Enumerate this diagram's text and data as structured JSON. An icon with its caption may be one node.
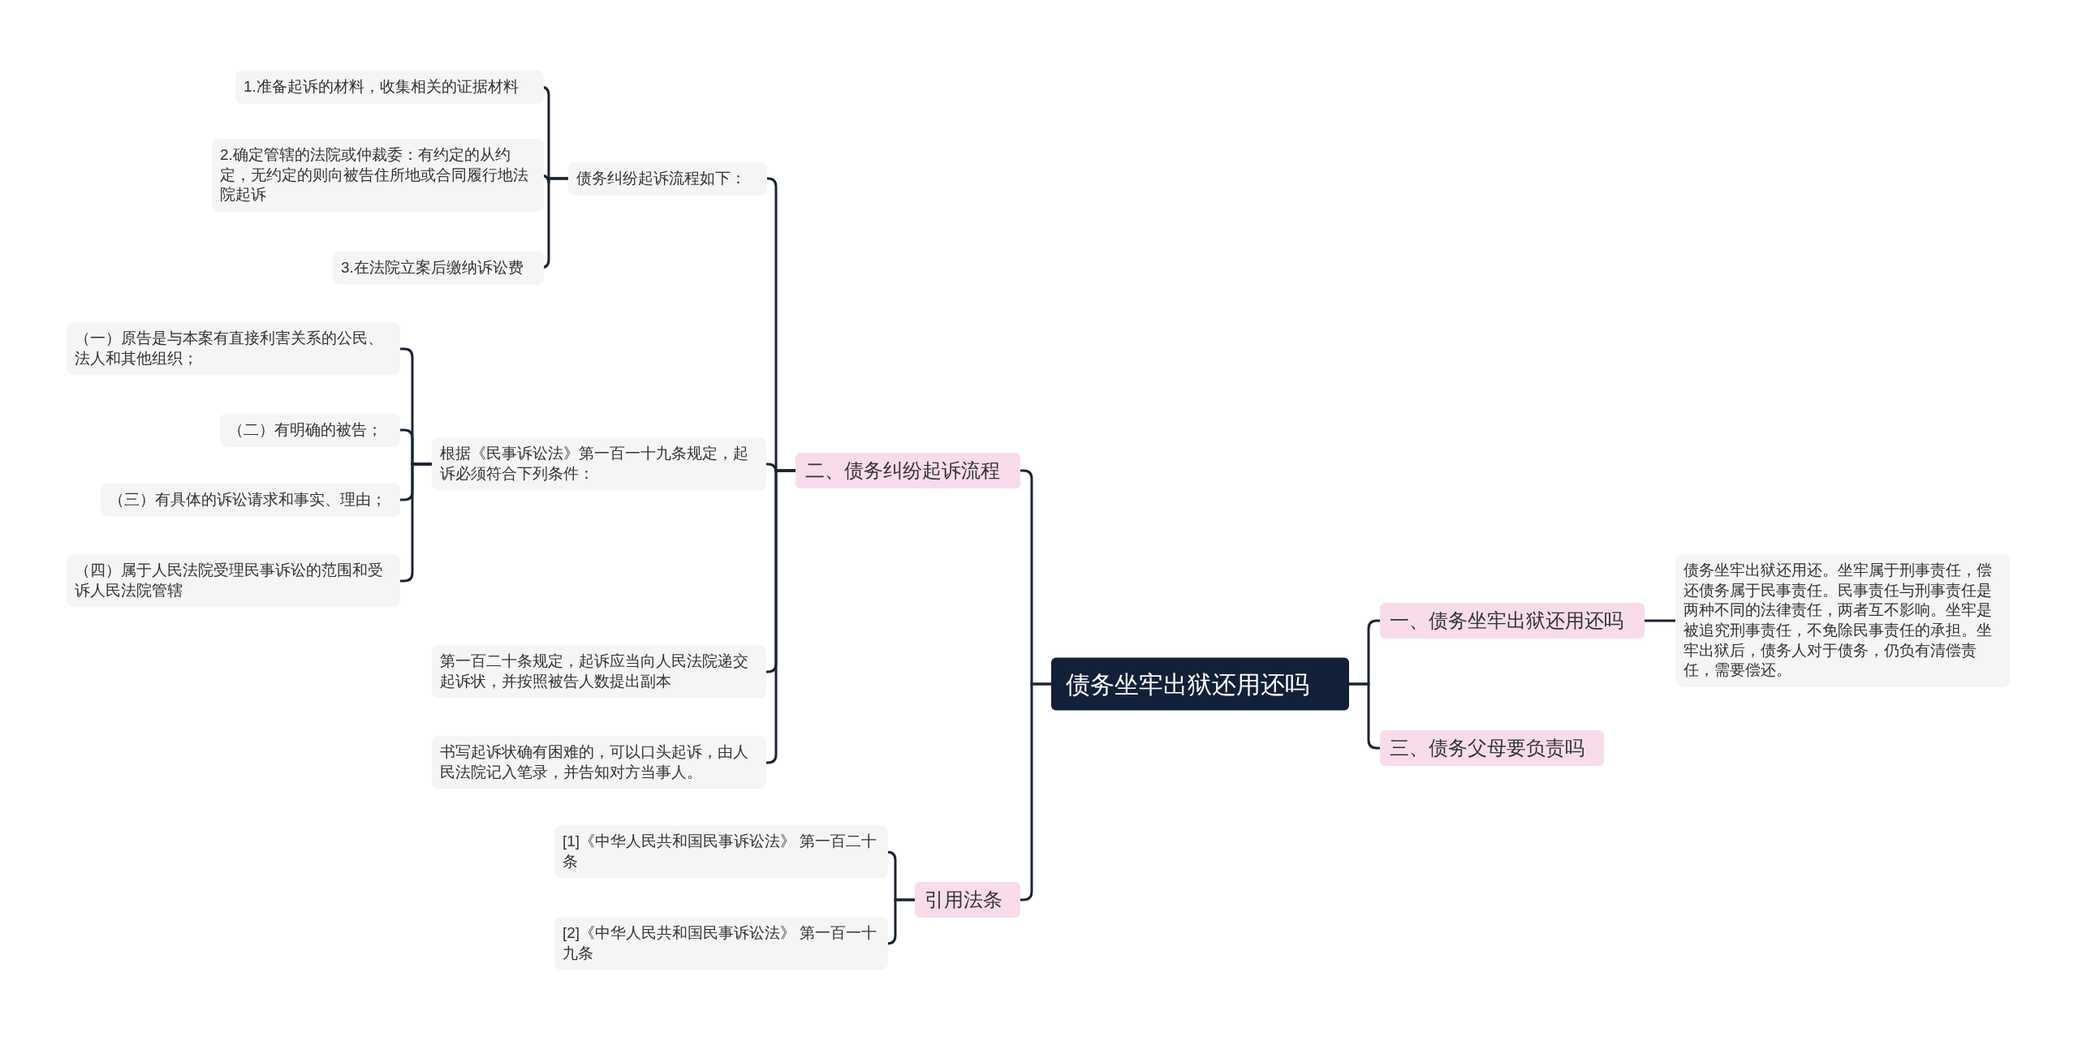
{
  "diagram": {
    "nodes": [
      {
        "text": [
          "债务坐牢出狱还用还吗"
        ]
      },
      {
        "text": [
          "二、债务纠纷起诉流程"
        ]
      },
      {
        "text": [
          "债务纠纷起诉流程如下："
        ]
      },
      {
        "text": [
          "1.准备起诉的材料，收集相关的证据材料"
        ]
      },
      {
        "text": [
          "2.确定管辖的法院或仲裁委：有约定的从约定，无约定的则向被告住所地或合同履行地法院起诉"
        ]
      },
      {
        "text": [
          "3.在法院立案后缴纳诉讼费"
        ]
      },
      {
        "text": [
          "根据《民事诉讼法》第一百一十九条规定，起诉必须符合下列条件："
        ]
      },
      {
        "text": [
          "（一）原告是与本案有直接利害关系的公民、法人和其他组织；"
        ]
      },
      {
        "text": [
          "（二）有明确的被告；"
        ]
      },
      {
        "text": [
          "（三）有具体的诉讼请求和事实、理由；"
        ]
      },
      {
        "text": [
          "（四）属于人民法院受理民事诉讼的范围和受诉人民法院管辖"
        ]
      },
      {
        "text": [
          "第一百二十条规定，起诉应当向人民法院递交起诉状，并按照被告人数提出副本"
        ]
      },
      {
        "text": [
          "书写起诉状确有困难的，可以口头起诉，由人民法院记入笔录，并告知对方当事人。"
        ]
      },
      {
        "text": [
          "引用法条"
        ]
      },
      {
        "text": [
          "[1]《中华人民共和国民事诉讼法》 第一百二十条"
        ]
      },
      {
        "text": [
          "[2]《中华人民共和国民事诉讼法》 第一百一十九条"
        ]
      },
      {
        "text": [
          "一、债务坐牢出狱还用还吗"
        ]
      },
      {
        "text": [
          "债务坐牢出狱还用还。坐牢属于刑事责任，偿还债务属于民事责任。民事责任与刑事责任是两种不同的法律责任，两者互不影响。坐牢是被追究刑事责任，不免除民事责任的承担。坐牢出狱后，债务人对于债务，仍负有清偿责任，需要偿还。"
        ]
      },
      {
        "text": [
          "三、债务父母要负责吗"
        ]
      }
    ],
    "edges": [
      {
        "from": 0,
        "to": 1,
        "arrow": "none"
      },
      {
        "from": 1,
        "to": 2,
        "arrow": "none"
      },
      {
        "from": 2,
        "to": 3,
        "arrow": "none"
      },
      {
        "from": 2,
        "to": 4,
        "arrow": "none"
      },
      {
        "from": 2,
        "to": 5,
        "arrow": "none"
      },
      {
        "from": 1,
        "to": 6,
        "arrow": "none"
      },
      {
        "from": 6,
        "to": 7,
        "arrow": "none"
      },
      {
        "from": 6,
        "to": 8,
        "arrow": "none"
      },
      {
        "from": 6,
        "to": 9,
        "arrow": "none"
      },
      {
        "from": 6,
        "to": 10,
        "arrow": "none"
      },
      {
        "from": 1,
        "to": 11,
        "arrow": "none"
      },
      {
        "from": 1,
        "to": 12,
        "arrow": "none"
      },
      {
        "from": 0,
        "to": 13,
        "arrow": "none"
      },
      {
        "from": 13,
        "to": 14,
        "arrow": "none"
      },
      {
        "from": 13,
        "to": 15,
        "arrow": "none"
      },
      {
        "from": 0,
        "to": 16,
        "arrow": "none"
      },
      {
        "from": 16,
        "to": 17,
        "arrow": "none"
      },
      {
        "from": 0,
        "to": 18,
        "arrow": "none"
      }
    ]
  }
}
